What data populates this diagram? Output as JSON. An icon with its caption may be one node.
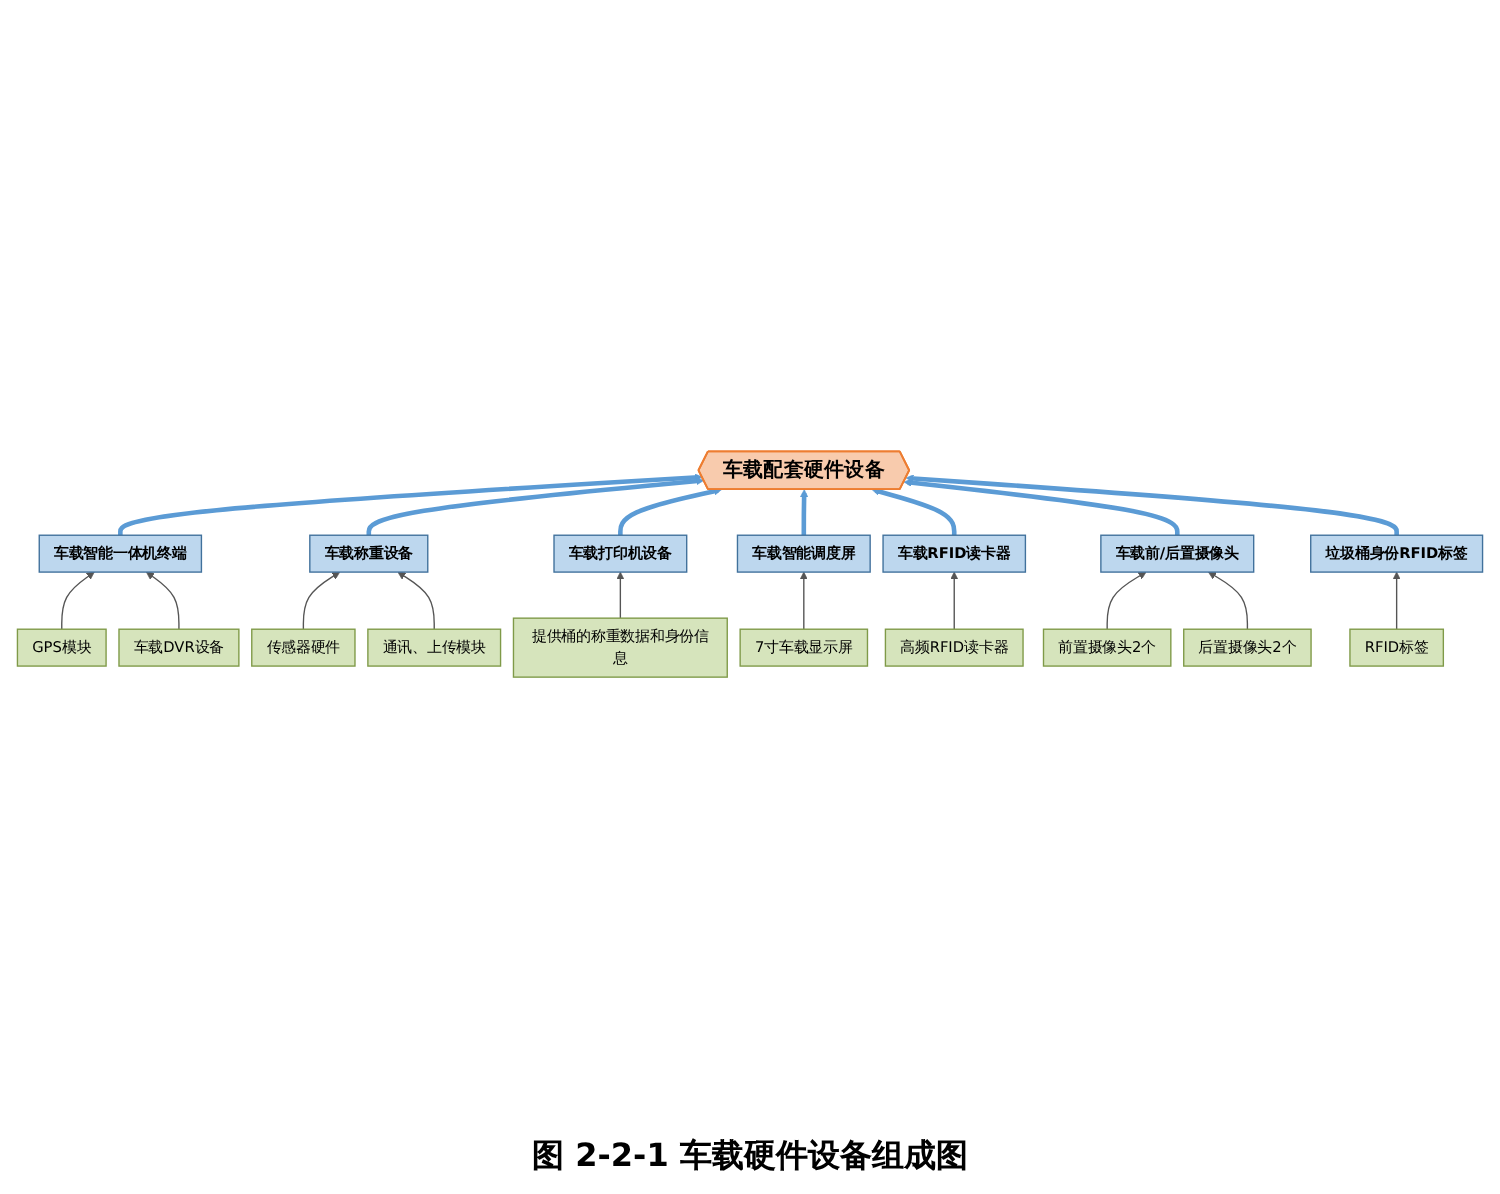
{
  "diagram": {
    "caption": "图 2-2-1 车载硬件设备组成图",
    "nodes": [
      {
        "text": [
          "车载配套硬件设备"
        ]
      },
      {
        "text": [
          "车载智能一体机终端"
        ]
      },
      {
        "text": [
          "车载称重设备"
        ]
      },
      {
        "text": [
          "车载打印机设备"
        ]
      },
      {
        "text": [
          "车载智能调度屏"
        ]
      },
      {
        "text": [
          "车载RFID读卡器"
        ]
      },
      {
        "text": [
          "车载前/后置摄像头"
        ]
      },
      {
        "text": [
          "垃圾桶身份RFID标签"
        ]
      },
      {
        "text": [
          "GPS模块"
        ]
      },
      {
        "text": [
          "车载DVR设备"
        ]
      },
      {
        "text": [
          "传感器硬件"
        ]
      },
      {
        "text": [
          "通讯、上传模块"
        ]
      },
      {
        "text": [
          "提供桶的称重数据和身份信息"
        ]
      },
      {
        "text": [
          "7寸车载显示屏"
        ]
      },
      {
        "text": [
          "高频RFID读卡器"
        ]
      },
      {
        "text": [
          "前置摄像头2个"
        ]
      },
      {
        "text": [
          "后置摄像头2个"
        ]
      },
      {
        "text": [
          "RFID标签"
        ]
      }
    ],
    "edges": [
      {
        "from": 1,
        "to": 0,
        "arrow": "to",
        "style": "thick",
        "color": "#5b9bd5"
      },
      {
        "from": 2,
        "to": 0,
        "arrow": "to",
        "style": "thick",
        "color": "#5b9bd5"
      },
      {
        "from": 3,
        "to": 0,
        "arrow": "to",
        "style": "thick",
        "color": "#5b9bd5"
      },
      {
        "from": 4,
        "to": 0,
        "arrow": "to",
        "style": "thick",
        "color": "#5b9bd5"
      },
      {
        "from": 5,
        "to": 0,
        "arrow": "to",
        "style": "thick",
        "color": "#5b9bd5"
      },
      {
        "from": 6,
        "to": 0,
        "arrow": "to",
        "style": "thick",
        "color": "#5b9bd5"
      },
      {
        "from": 7,
        "to": 0,
        "arrow": "to",
        "style": "thick",
        "color": "#5b9bd5"
      },
      {
        "from": 8,
        "to": 1,
        "arrow": "to"
      },
      {
        "from": 9,
        "to": 1,
        "arrow": "to"
      },
      {
        "from": 10,
        "to": 2,
        "arrow": "to"
      },
      {
        "from": 11,
        "to": 2,
        "arrow": "to"
      },
      {
        "from": 12,
        "to": 3,
        "arrow": "to"
      },
      {
        "from": 13,
        "to": 4,
        "arrow": "to"
      },
      {
        "from": 14,
        "to": 5,
        "arrow": "to"
      },
      {
        "from": 15,
        "to": 6,
        "arrow": "to"
      },
      {
        "from": 16,
        "to": 6,
        "arrow": "to"
      },
      {
        "from": 17,
        "to": 7,
        "arrow": "to"
      }
    ]
  }
}
